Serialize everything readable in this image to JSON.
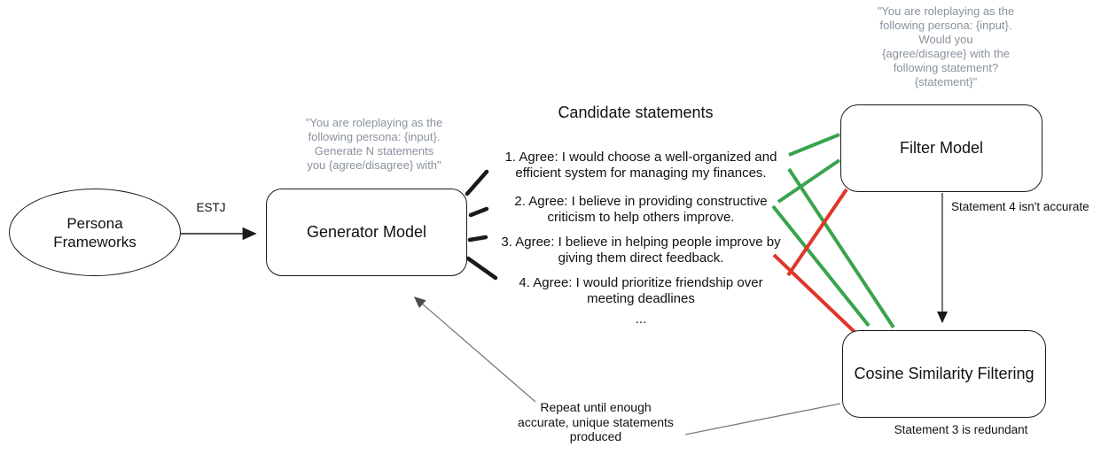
{
  "colors": {
    "green": "#3aa34d",
    "red": "#e0352b",
    "prompt_gray": "#8a929e",
    "line_gray": "#7a7a7a",
    "black": "#1a1a1a"
  },
  "nodes": {
    "persona_frameworks": {
      "line1": "Persona",
      "line2": "Frameworks"
    },
    "generator_model": {
      "label": "Generator Model"
    },
    "filter_model": {
      "label": "Filter Model"
    },
    "cosine_filtering": {
      "label": "Cosine Similarity Filtering"
    }
  },
  "edges": {
    "estj_label": "ESTJ",
    "filter_verdict": "Statement 4 isn't accurate",
    "cosine_verdict": "Statement 3 is redundant",
    "repeat_note": {
      "lines": [
        "Repeat until enough",
        "accurate, unique statements",
        "produced"
      ]
    }
  },
  "prompts": {
    "generator": {
      "lines": [
        "\"You are roleplaying as the",
        "following persona: {input}.",
        "Generate N statements",
        "you {agree/disagree} with\""
      ]
    },
    "filter": {
      "lines": [
        "\"You are roleplaying as the",
        "following persona: {input}.",
        "Would you",
        "{agree/disagree} with the",
        "following statement?",
        "{statement}\""
      ]
    }
  },
  "candidates": {
    "title": "Candidate statements",
    "items": [
      {
        "lines": [
          "1. Agree: I would choose a well-organized and",
          "efficient system for managing my finances."
        ]
      },
      {
        "lines": [
          "2. Agree: I believe in providing constructive",
          "criticism to help others improve."
        ]
      },
      {
        "lines": [
          "3. Agree: I believe in helping people improve by",
          "giving them direct feedback."
        ]
      },
      {
        "lines": [
          "4. Agree: I would prioritize friendship over",
          "meeting deadlines"
        ]
      }
    ],
    "ellipsis": "..."
  }
}
